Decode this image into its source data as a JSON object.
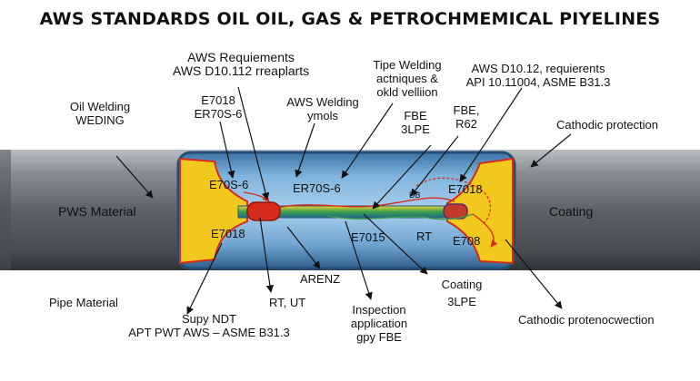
{
  "title": "AWS STANDARDS  OIL OIL, GAS &   PETROCHMEMICAL PIYELINES",
  "labels": {
    "aws_requirements_1": "AWS Requiements",
    "aws_requirements_2": "AWS D10.112 rreaplarts",
    "tipe_welding_1": "Tipe Welding",
    "tipe_welding_2": "actniques &",
    "tipe_welding_3": "okld velliion",
    "aws_d10_12_1": "AWS D10.12, requierents",
    "aws_d10_12_2": "API 10.11004, ASME B31.3",
    "oil_welding_1": "Oil Welding",
    "oil_welding_2": "WEDING",
    "e7018_top_1": "E7018",
    "e7018_top_2": "ER70S-6",
    "aws_welding_symbols_1": "AWS Welding",
    "aws_welding_symbols_2": "ymols",
    "fbe_3lpe_1": "FBE",
    "fbe_3lpe_2": "3LPE",
    "fbe_r62_1": "FBE,",
    "fbe_r62_2": "R62",
    "cathodic_protection_top": "Cathodic protection",
    "pws_material": "PWS Material",
    "coating_right": "Coating",
    "pipe_e70s6": "E70S-6",
    "pipe_er70s6": "ER70S-6",
    "pipe_db": "DB",
    "pipe_e7018_right": "E7018",
    "pipe_e7018_left": "E7018",
    "pipe_e7015": "E7015",
    "pipe_rt": "RT",
    "pipe_e708": "E708",
    "arenz": "ARENZ",
    "pipe_material": "Pipe Material",
    "rt_ut": "RT, UT",
    "coating_bottom_1": "Coating",
    "coating_bottom_2": "3LPE",
    "supy_ndt_1": "Supy NDT",
    "supy_ndt_2": "APT PWT AWS – ASME B31.3",
    "inspection_1": "Inspection",
    "inspection_2": "application",
    "inspection_3": "gpy FBE",
    "cathodic_bottom": "Cathodic protenocwection"
  },
  "colors": {
    "pipe_gray": "#6f7478",
    "pipe_blue": "#4f8fc2",
    "weld_yellow": "#f2c81e",
    "weld_red": "#d62a1a",
    "rod_green": "#3aa04a"
  }
}
